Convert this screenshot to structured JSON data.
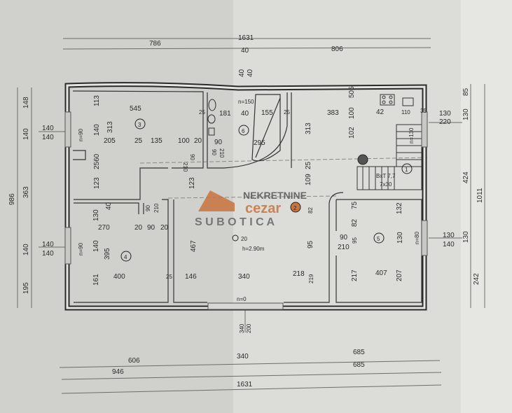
{
  "top_dims": {
    "total": "1631",
    "left": "786",
    "mid": "40",
    "right": "806",
    "v1": "40",
    "v2": "40"
  },
  "left_dims": {
    "a": "148",
    "b": "140",
    "c": "363",
    "d": "140",
    "e": "195",
    "total": "986",
    "win1_top": "140",
    "win1_bot": "140",
    "win2_top": "140",
    "win2_bot": "140"
  },
  "right_dims": {
    "a": "85",
    "b": "130",
    "c": "424",
    "d": "130",
    "e": "242",
    "total": "1011",
    "win1_top": "130",
    "win1_bot": "220",
    "win2_top": "130",
    "win2_bot": "140"
  },
  "bottom_dims": {
    "door_top": "340",
    "door_bot": "200",
    "a": "606",
    "b": "340",
    "c": "685",
    "d": "946",
    "e": "685",
    "total": "1631"
  },
  "room3": {
    "num": "3",
    "w": "545",
    "h1": "113",
    "h2": "313",
    "h3": "140",
    "win": "n=90",
    "s1": "205",
    "s2": "25",
    "s3": "135",
    "s4": "100",
    "s5": "20",
    "h4": "2560",
    "h5": "123",
    "d1": "210",
    "d2": "90"
  },
  "room6": {
    "num": "6",
    "a": "181",
    "b": "40",
    "c": "155",
    "win": "n=150",
    "d": "295",
    "e": "90",
    "f": "210",
    "g": "90",
    "wall1": "25",
    "wall2": "25"
  },
  "room1": {
    "num": "1",
    "a": "383",
    "b": "505",
    "c": "100",
    "d": "42",
    "e": "110",
    "f": "35",
    "g": "313",
    "h": "102",
    "i": "25",
    "j": "109",
    "stairs1": "BxT 7,7",
    "stairs2": "7x30",
    "stairs_n": "n=130",
    "hall": "123"
  },
  "room4": {
    "num": "4",
    "a": "130",
    "b": "40",
    "c": "270",
    "d": "20",
    "e": "90",
    "f": "20",
    "g": "140",
    "win": "n=90",
    "h": "395",
    "i": "400",
    "j": "161",
    "k": "25",
    "door1": "90",
    "door2": "210"
  },
  "room2": {
    "num": "2",
    "a": "467",
    "b": "146",
    "c": "340",
    "door": "n=0",
    "height": "h=2.90m",
    "vent": "20",
    "r1": "95",
    "r2": "218",
    "r3": "219",
    "r4": "82"
  },
  "room5": {
    "num": "5",
    "a": "75",
    "b": "82",
    "c": "132",
    "d": "90",
    "e": "210",
    "f": "95",
    "g": "130",
    "win": "n=80",
    "h": "217",
    "i": "407",
    "j": "207"
  },
  "watermark": {
    "line1": "NEKRETNINE",
    "line2": "cezar",
    "line3": "S U B O T I C A"
  },
  "colors": {
    "paper": "#d3d3cf",
    "wall": "#2a2a2a",
    "watermark": "#c8743f"
  }
}
